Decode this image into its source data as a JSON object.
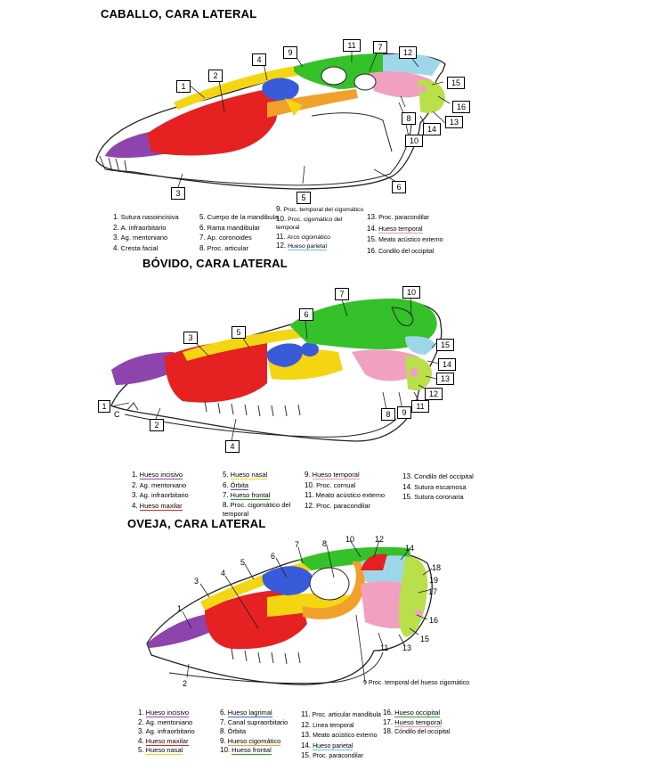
{
  "colors": {
    "incisivo": "#8e44ad",
    "maxilar": "#e52121",
    "nasal": "#f4d511",
    "lagrimal": "#3a5bd9",
    "frontal": "#35c12a",
    "cigomatico": "#f1a12a",
    "parietal": "#9fd7ea",
    "temporal": "#f2a0c0",
    "occipital": "#b9e04a"
  },
  "caballo": {
    "title": "CABALLO, CARA LATERAL",
    "tags": [
      "1",
      "2",
      "3",
      "4",
      "5",
      "6",
      "7",
      "8",
      "9",
      "10",
      "11",
      "12",
      "13",
      "14",
      "15",
      "16"
    ],
    "legend": [
      [
        "1.",
        "Sutura nasoincisiva"
      ],
      [
        "2.",
        "A. infraorbitario"
      ],
      [
        "3.",
        "Ag. mentoniano"
      ],
      [
        "4.",
        "Cresta facial"
      ],
      [
        "5.",
        "Cuerpo de la mandibula"
      ],
      [
        "6.",
        "Rama mandibular"
      ],
      [
        "7.",
        "Ap. coronoides"
      ],
      [
        "8.",
        "Proc. articular"
      ],
      [
        "9.",
        "Proc. temporal del cigomático"
      ],
      [
        "10.",
        "Proc. cigomático del temporal"
      ],
      [
        "11.",
        "Arco cigomático"
      ],
      [
        "12.",
        "Hueso parietal"
      ],
      [
        "13.",
        "Proc. paracondilar"
      ],
      [
        "14.",
        "Hueso temporal"
      ],
      [
        "15.",
        "Meato acústico externo"
      ],
      [
        "16.",
        "Condilo del occipital"
      ]
    ]
  },
  "bovido": {
    "title": "BÓVIDO, CARA LATERAL",
    "tags": [
      "1",
      "2",
      "3",
      "4",
      "5",
      "6",
      "7",
      "8",
      "9",
      "10",
      "11",
      "12",
      "13",
      "14",
      "15"
    ],
    "letter": "C",
    "legend": [
      [
        "1.",
        "Hueso incisivo"
      ],
      [
        "2.",
        "Ag. mentoniano"
      ],
      [
        "3.",
        "Ag. infraorbitario"
      ],
      [
        "4.",
        "Hueso maxilar"
      ],
      [
        "5.",
        "Hueso nasal"
      ],
      [
        "6.",
        "Órbita"
      ],
      [
        "7.",
        "Hueso frontal"
      ],
      [
        "8.",
        "Proc. cigomático del temporal"
      ],
      [
        "9.",
        "Hueso temporal"
      ],
      [
        "10.",
        "Proc. cornual"
      ],
      [
        "11.",
        "Meato acústico externo"
      ],
      [
        "12.",
        "Proc. paracondilar"
      ],
      [
        "13.",
        "Condilo del occipital"
      ],
      [
        "14.",
        "Sutura escamosa"
      ],
      [
        "15.",
        "Sutura coronaria"
      ]
    ]
  },
  "oveja": {
    "title": "OVEJA, CARA LATERAL",
    "labels": [
      "1",
      "2",
      "3",
      "4",
      "5",
      "6",
      "7",
      "8",
      "10",
      "11",
      "12",
      "13",
      "14",
      "15",
      "16",
      "17",
      "18",
      "19"
    ],
    "note": "Proc. temporal del hueso cigomático",
    "legend": [
      [
        "1.",
        "Hueso incisivo"
      ],
      [
        "2.",
        "Ag. mentoniano"
      ],
      [
        "3.",
        "Ag. infraorbitario"
      ],
      [
        "4.",
        "Hueso maxilar"
      ],
      [
        "5.",
        "Hueso nasal"
      ],
      [
        "6.",
        "Hueso lagrimal"
      ],
      [
        "7.",
        "Canal supraorbitario"
      ],
      [
        "8.",
        "Órbita"
      ],
      [
        "9.",
        "Hueso cigomático"
      ],
      [
        "10.",
        "Hueso frontal"
      ],
      [
        "11.",
        "Proc. articular mandibula"
      ],
      [
        "12.",
        "Linea temporal"
      ],
      [
        "13.",
        "Meato acústico externo"
      ],
      [
        "14.",
        "Hueso parietal"
      ],
      [
        "15.",
        "Proc. paracondilar"
      ],
      [
        "16.",
        "Hueso occipital"
      ],
      [
        "17.",
        "Hueso temporal"
      ],
      [
        "18.",
        "Cóndilo del occipital"
      ]
    ]
  }
}
